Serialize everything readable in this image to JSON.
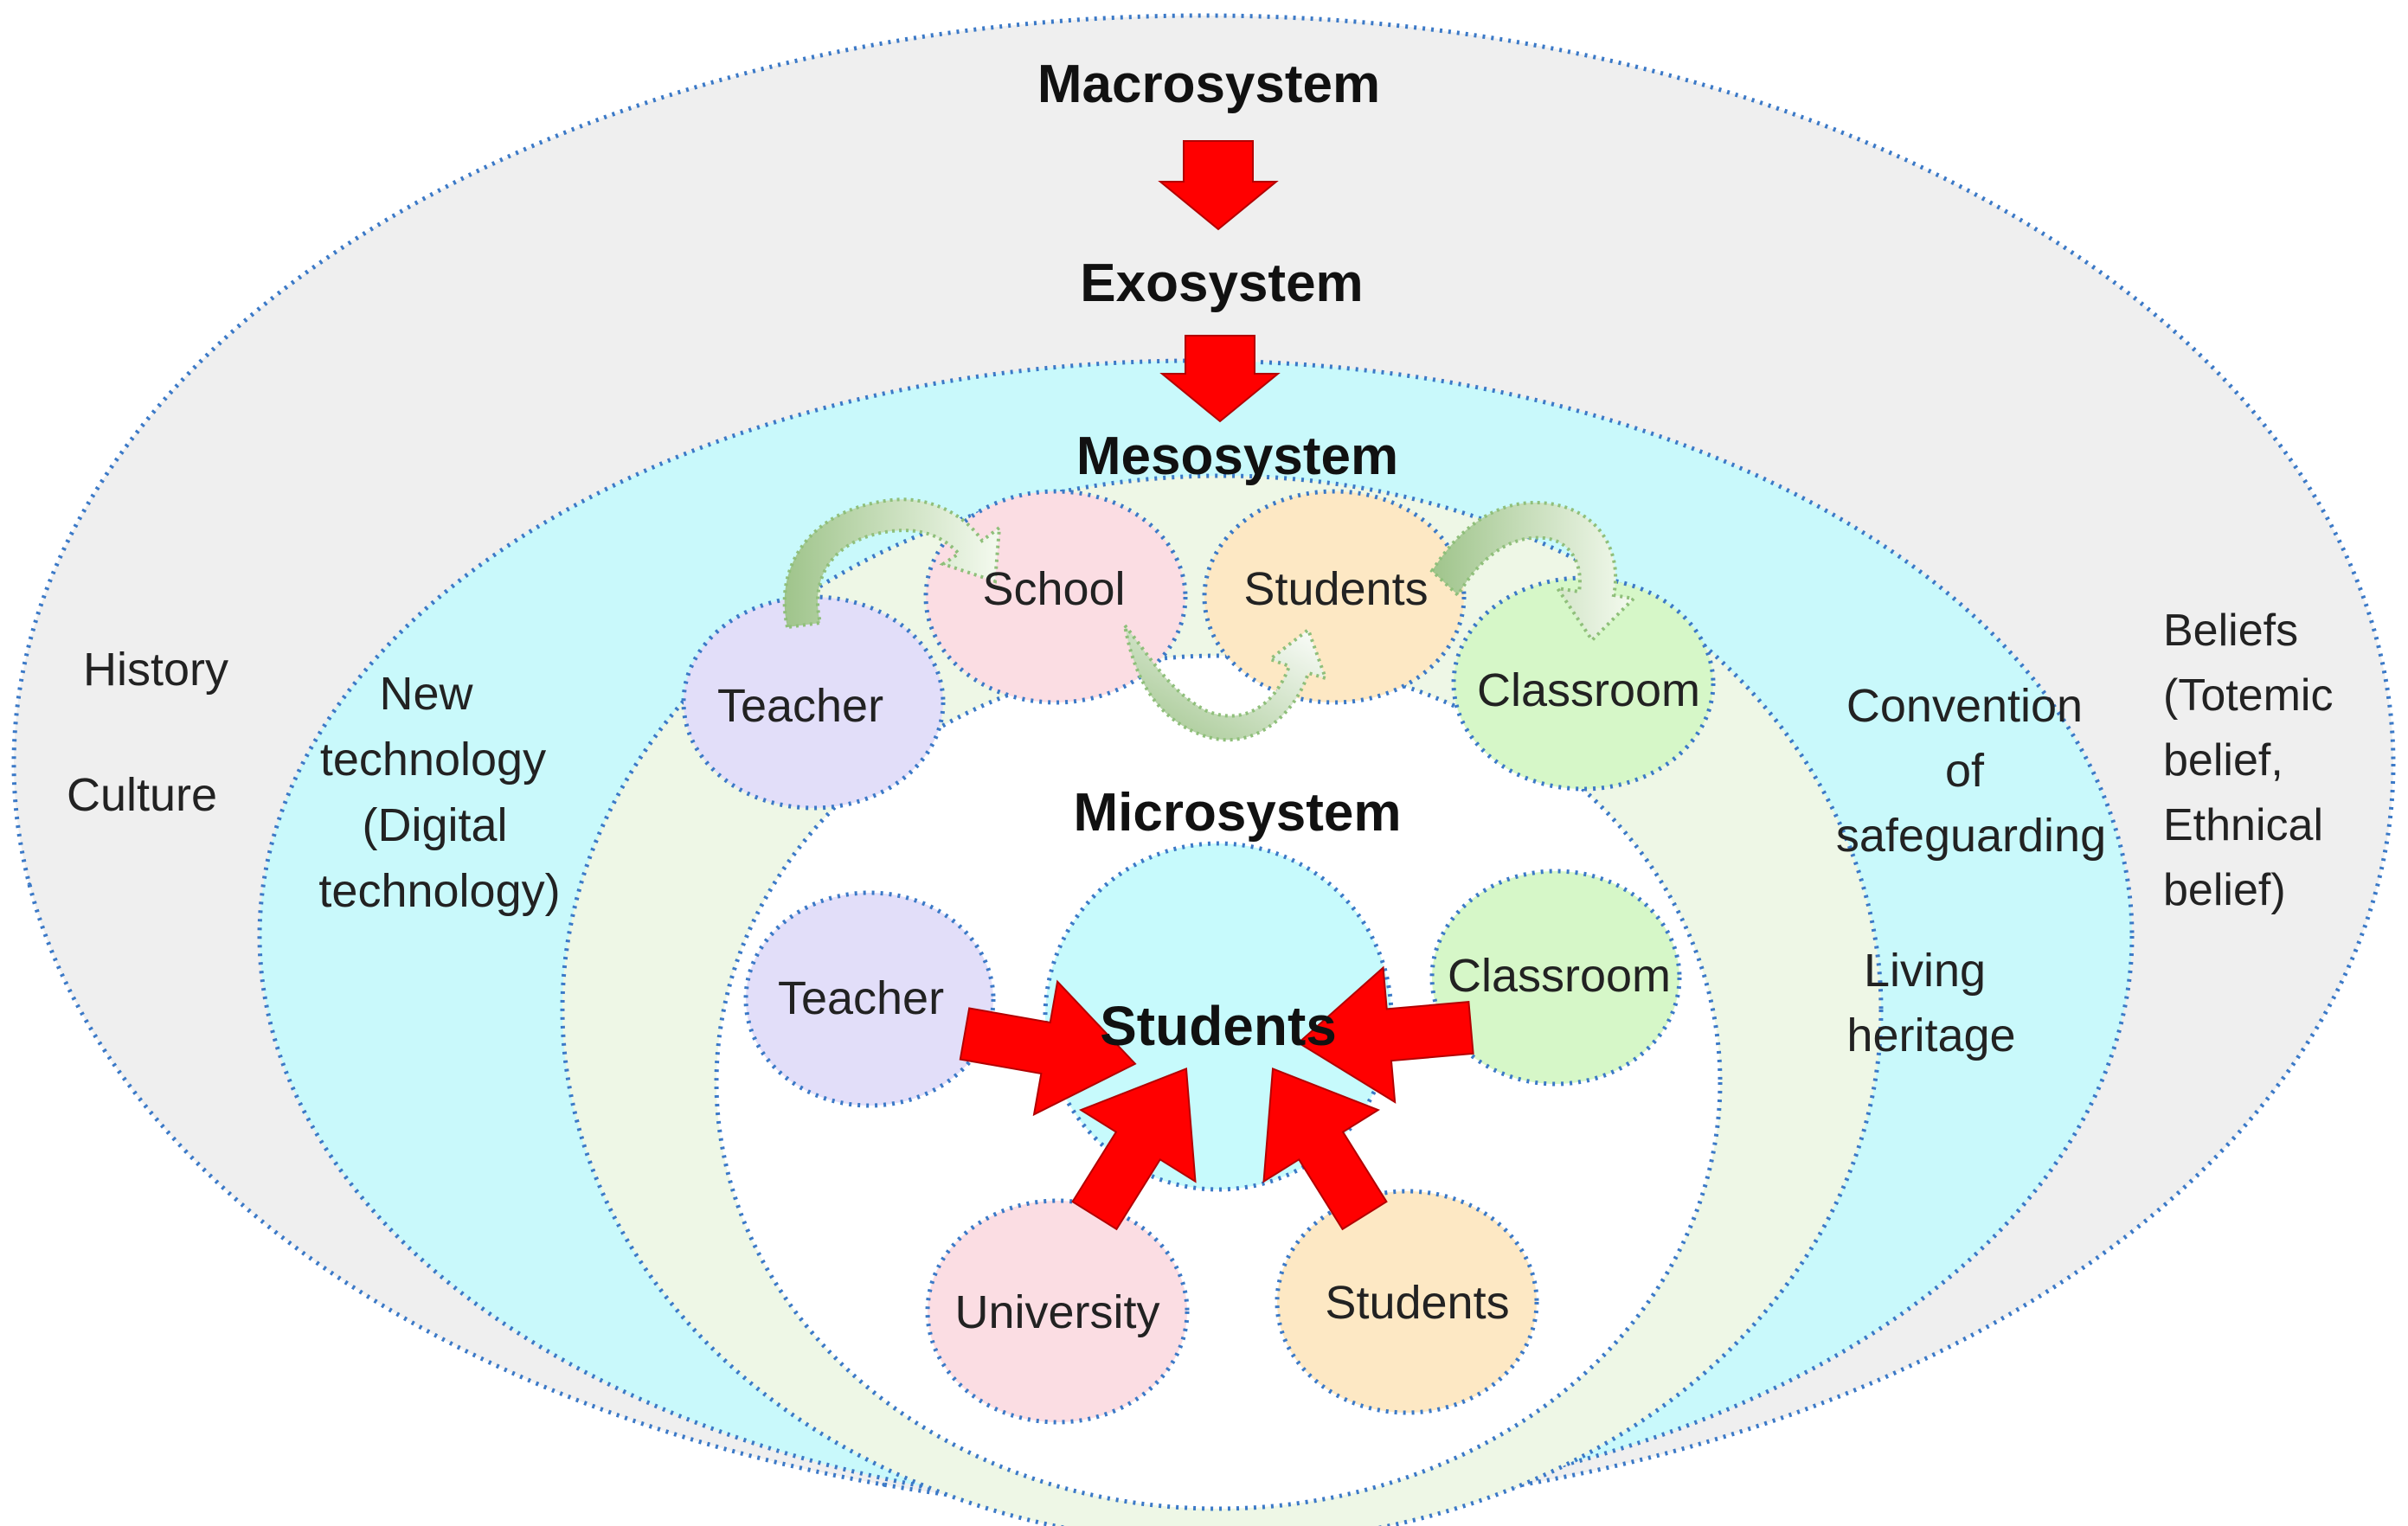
{
  "layers": {
    "macrosystem": {
      "title": "Macrosystem",
      "left_items": [
        "History",
        "Culture"
      ],
      "right_items": [
        "Beliefs",
        "(Totemic",
        "belief,",
        "Ethnical",
        "belief)"
      ]
    },
    "exosystem": {
      "title": "Exosystem",
      "left_items": [
        "New",
        "technology",
        "(Digital",
        "technology)"
      ],
      "right_items": [
        "Convention",
        "of",
        "safeguarding"
      ],
      "right_items_2": [
        "Living",
        "heritage"
      ]
    },
    "mesosystem": {
      "title": "Mesosystem",
      "nodes": [
        "Teacher",
        "School",
        "Students",
        "Classroom"
      ]
    },
    "microsystem": {
      "title": "Microsystem",
      "center": "Students",
      "nodes": [
        "Teacher",
        "Classroom",
        "University",
        "Students"
      ]
    }
  },
  "colors": {
    "macro_fill": "#efefef",
    "exo_fill": "#c9f9fb",
    "meso_fill": "#eef7e6",
    "micro_fill": "#ffffff",
    "border": "#3b79c7",
    "arrow_red": "#ff0000",
    "arrow_green": "#a9cc96",
    "teacher": "#e2def9",
    "school": "#fbdde3",
    "students": "#fde8c4",
    "classroom": "#d6f7c8",
    "center": "#c7fafc"
  }
}
